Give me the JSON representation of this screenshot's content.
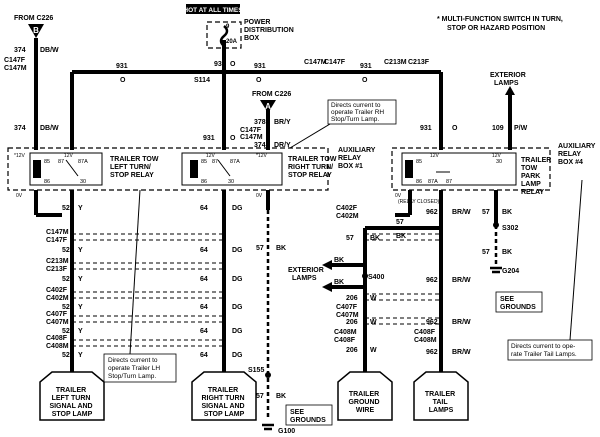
{
  "header": {
    "hot_label": "HOT AT ALL TIMES",
    "power_box": "POWER\nDISTRIBUTION\nBOX",
    "fuse_num": "9",
    "fuse_amp": "20A",
    "note": "* MULTI-FUNCTION SWITCH IN TURN,\nSTOP OR HAZARD POSITION"
  },
  "sources": {
    "left_from": "FROM C226",
    "left_letter": "B",
    "mid_from": "FROM C226",
    "mid_letter": "A"
  },
  "wires": {
    "c147f": "C147F",
    "c147m": "C147M",
    "c213m": "C213M",
    "c213f": "C213F",
    "c402f": "C402F",
    "c402m": "C402M",
    "c407f": "C407F",
    "c407m": "C407M",
    "c408f": "C408F",
    "c408m": "C408M",
    "s114": "S114",
    "s155": "S155",
    "s302": "S302",
    "s400": "S400",
    "g100": "G100",
    "g204": "G204",
    "n931": "931",
    "n374": "374",
    "n378": "378",
    "n52": "52",
    "n64": "64",
    "n57": "57",
    "n962": "962",
    "n109": "109",
    "n206": "206",
    "dbw": "DB/W",
    "brdy": "BR/Y",
    "dry": "DR/Y",
    "o": "O",
    "y": "Y",
    "dg": "DG",
    "bk": "BK",
    "brw": "BR/W",
    "pw": "P/W",
    "wh": "W"
  },
  "relays": {
    "left": "TRAILER TOW\nLEFT TURN/\nSTOP RELAY",
    "right": "TRAILER TOW\nRIGHT TURN/\nSTOP RELAY",
    "park": "TRAILER\nTOW\nPARK\nLAMP\nRELAY",
    "box1": "AUXILIARY\nRELAY\nBOX #1",
    "box4": "AUXILIARY\nRELAY\nBOX #4",
    "v12": "12V",
    "v12s": "*12V",
    "v0": "0V",
    "p85": "85",
    "p86": "86",
    "p87": "87",
    "p87a": "87A",
    "p30": "30",
    "relay_closed": "(RELAY CLOSED)"
  },
  "callouts": {
    "rh": "Directs current to\noperate Trailer RH\nStop/Turn Lamp.",
    "lh": "Directs current to\noperate Trailer LH\nStop/Turn Lamp.",
    "tail": "Directs current to ope-\nrate Trailer Tail Lamps."
  },
  "loads": {
    "left": "TRAILER\nLEFT TURN\nSIGNAL AND\nSTOP LAMP",
    "right": "TRAILER\nRIGHT TURN\nSIGNAL AND\nSTOP LAMP",
    "ground": "TRAILER\nGROUND\nWIRE",
    "tail": "TRAILER\nTAIL\nLAMPS",
    "exterior_top": "EXTERIOR\nLAMPS",
    "exterior_mid": "EXTERIOR\nLAMPS",
    "see_grounds_1": "SEE\nGROUNDS",
    "see_grounds_2": "SEE\nGROUNDS"
  }
}
